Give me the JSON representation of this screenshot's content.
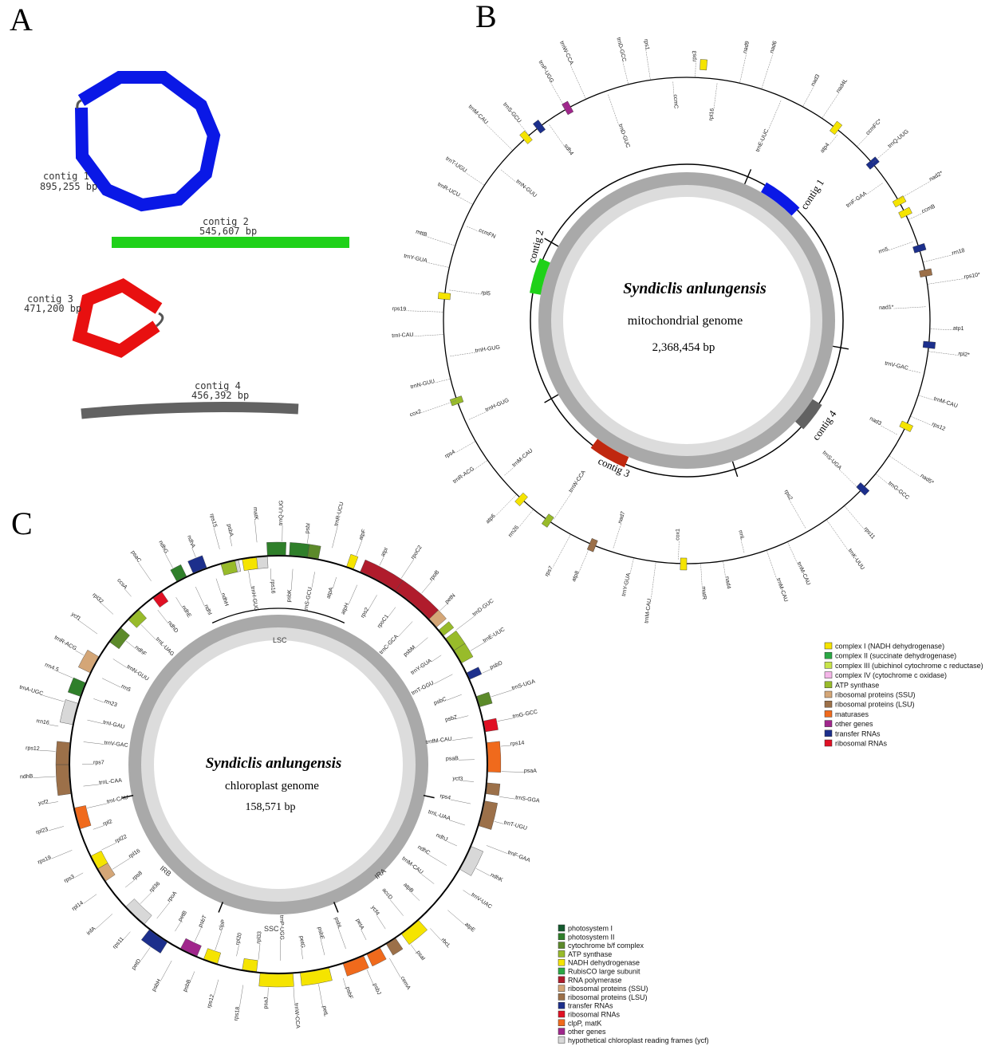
{
  "panels": {
    "a": "A",
    "b": "B",
    "c": "C"
  },
  "panel_a": {
    "contigs": [
      {
        "name": "contig 1",
        "size": "895,255 bp",
        "color": "#0a18e6"
      },
      {
        "name": "contig 2",
        "size": "545,607 bp",
        "color": "#1fd119"
      },
      {
        "name": "contig 3",
        "size": "471,200 bp",
        "color": "#e81010"
      },
      {
        "name": "contig 4",
        "size": "456,392 bp",
        "color": "#626262"
      }
    ]
  },
  "mito": {
    "species": "Syndiclis anlungensis",
    "genome_type": "mitochondrial genome",
    "size": "2,368,454 bp",
    "contig_labels": [
      "contig 1",
      "contig 2",
      "contig 3",
      "contig 4"
    ],
    "contig_colors": [
      "#0a18e6",
      "#1fd119",
      "#c0280f",
      "#626262"
    ],
    "gene_labels": [
      "rps3",
      "rpl16",
      "nad9",
      "nad6",
      "trnE-UUC",
      "nad3",
      "nad4L",
      "atp4",
      "ccmFC*",
      "trnQ-UUG",
      "trnF-GAA",
      "nad2*",
      "ccmB",
      "rrn5",
      "rrn18",
      "rps10*",
      "nad1*",
      "atp1",
      "rpl2*",
      "trnV-GAC",
      "trnM-CAU",
      "rps12",
      "nad3",
      "nad5*",
      "trnG-GCC",
      "trnS-UGA",
      "rps11",
      "trnK-UUU",
      "rps2",
      "trnM-CAU",
      "trnM-CAU",
      "rrnL",
      "nad4",
      "matR",
      "cox1",
      "trnM-CAU",
      "trnY-GUA",
      "nad7",
      "atp8",
      "rps7",
      "trnW-CCA",
      "rrn26",
      "atp6",
      "trnM-CAU",
      "trnR-ACG",
      "rps4",
      "trnH-GUG",
      "cox2",
      "trnN-GUU",
      "trnH-GUG",
      "trnI-CAU",
      "rps19",
      "rpl5",
      "trnY-GUA",
      "mttB",
      "ccmFN",
      "trnR-UCU",
      "trnT-UGU",
      "trnN-GUU",
      "trnM-CAU",
      "trnS-GCU",
      "sdh4",
      "trnP-UGG",
      "trnW-CCA",
      "trnD-GUC",
      "trnD-GCC",
      "rps1",
      "ccmC"
    ],
    "legend": [
      {
        "label": "complex I (NADH dehydrogenase)",
        "color": "#f5e400"
      },
      {
        "label": "complex II (succinate dehydrogenase)",
        "color": "#2aa844"
      },
      {
        "label": "complex III (ubichinol cytochrome c reductase)",
        "color": "#c8e44a"
      },
      {
        "label": "complex IV (cytochrome c oxidase)",
        "color": "#f4b6e8"
      },
      {
        "label": "ATP synthase",
        "color": "#98bb2a"
      },
      {
        "label": "ribosomal proteins (SSU)",
        "color": "#d4a677"
      },
      {
        "label": "ribosomal proteins (LSU)",
        "color": "#9c7049"
      },
      {
        "label": "maturases",
        "color": "#f06a1c"
      },
      {
        "label": "other genes",
        "color": "#a0268c"
      },
      {
        "label": "transfer RNAs",
        "color": "#1c2f8c"
      },
      {
        "label": "ribosomal RNAs",
        "color": "#e01024"
      }
    ]
  },
  "chloro": {
    "species": "Syndiclis anlungensis",
    "genome_type": "chloroplast genome",
    "size": "158,571 bp",
    "regions": {
      "lsc": "LSC",
      "ira": "IRA",
      "ssc": "SSC",
      "irb": "IRB"
    },
    "gene_labels": [
      "psbA",
      "trnH-GUG",
      "matK",
      "rps16",
      "trnQ-UUG",
      "psbK",
      "psbI",
      "trnS-GCU",
      "trnR-UCU",
      "atpA",
      "atpF",
      "atpH",
      "atpI",
      "rps2",
      "rpoC2",
      "rpoC1",
      "rpoB",
      "trnC-GCA",
      "petN",
      "psbM",
      "trnD-GUC",
      "trnY-GUA",
      "trnE-UUC",
      "trnT-GGU",
      "psbD",
      "psbC",
      "trnS-UGA",
      "psbZ",
      "trnG-GCC",
      "trnfM-CAU",
      "rps14",
      "psaB",
      "psaA",
      "ycf3",
      "trnS-GGA",
      "rps4",
      "trnT-UGU",
      "trnL-UAA",
      "trnF-GAA",
      "ndhJ",
      "ndhK",
      "ndhC",
      "trnV-UAC",
      "trnM-CAU",
      "atpE",
      "atpB",
      "rbcL",
      "accD",
      "psaI",
      "ycf4",
      "cemA",
      "petA",
      "psbJ",
      "psbL",
      "psbF",
      "psbE",
      "petL",
      "petG",
      "trnW-CCA",
      "trnP-UGG",
      "psaJ",
      "rpl33",
      "rps18",
      "rpl20",
      "rps12",
      "clpP",
      "psbB",
      "psbT",
      "psbH",
      "petB",
      "petD",
      "rpoA",
      "rps11",
      "rpl36",
      "infA",
      "rps8",
      "rpl14",
      "rpl16",
      "rps3",
      "rpl22",
      "rps19",
      "rpl2",
      "rpl23",
      "trnI-CAU",
      "ycf2",
      "trnL-CAA",
      "ndhB",
      "rps7",
      "rps12",
      "trnV-GAC",
      "rrn16",
      "trnI-GAU",
      "trnA-UGC",
      "rrn23",
      "rrn4.5",
      "rrn5",
      "trnR-ACG",
      "trnN-GUU",
      "ycf1",
      "ndhF",
      "rpl32",
      "trnL-UAG",
      "ccsA",
      "ndhD",
      "psaC",
      "ndhE",
      "ndhG",
      "ndhI",
      "ndhA",
      "ndhH",
      "rps15"
    ],
    "legend": [
      {
        "label": "photosystem I",
        "color": "#145a2e"
      },
      {
        "label": "photosystem II",
        "color": "#2f7f2a"
      },
      {
        "label": "cytochrome b/f complex",
        "color": "#5c8a2a"
      },
      {
        "label": "ATP synthase",
        "color": "#98bb2a"
      },
      {
        "label": "NADH dehydrogenase",
        "color": "#f5e400"
      },
      {
        "label": "RubisCO large subunit",
        "color": "#2aa844"
      },
      {
        "label": "RNA polymerase",
        "color": "#b01c2c"
      },
      {
        "label": "ribosomal proteins (SSU)",
        "color": "#d4a677"
      },
      {
        "label": "ribosomal proteins (LSU)",
        "color": "#9c7049"
      },
      {
        "label": "transfer RNAs",
        "color": "#1c2f8c"
      },
      {
        "label": "ribosomal RNAs",
        "color": "#e01024"
      },
      {
        "label": "clpP, matK",
        "color": "#f06a1c"
      },
      {
        "label": "other genes",
        "color": "#a0268c"
      },
      {
        "label": "hypothetical chloroplast reading frames (ycf)",
        "color": "#d8d8d8"
      }
    ]
  }
}
